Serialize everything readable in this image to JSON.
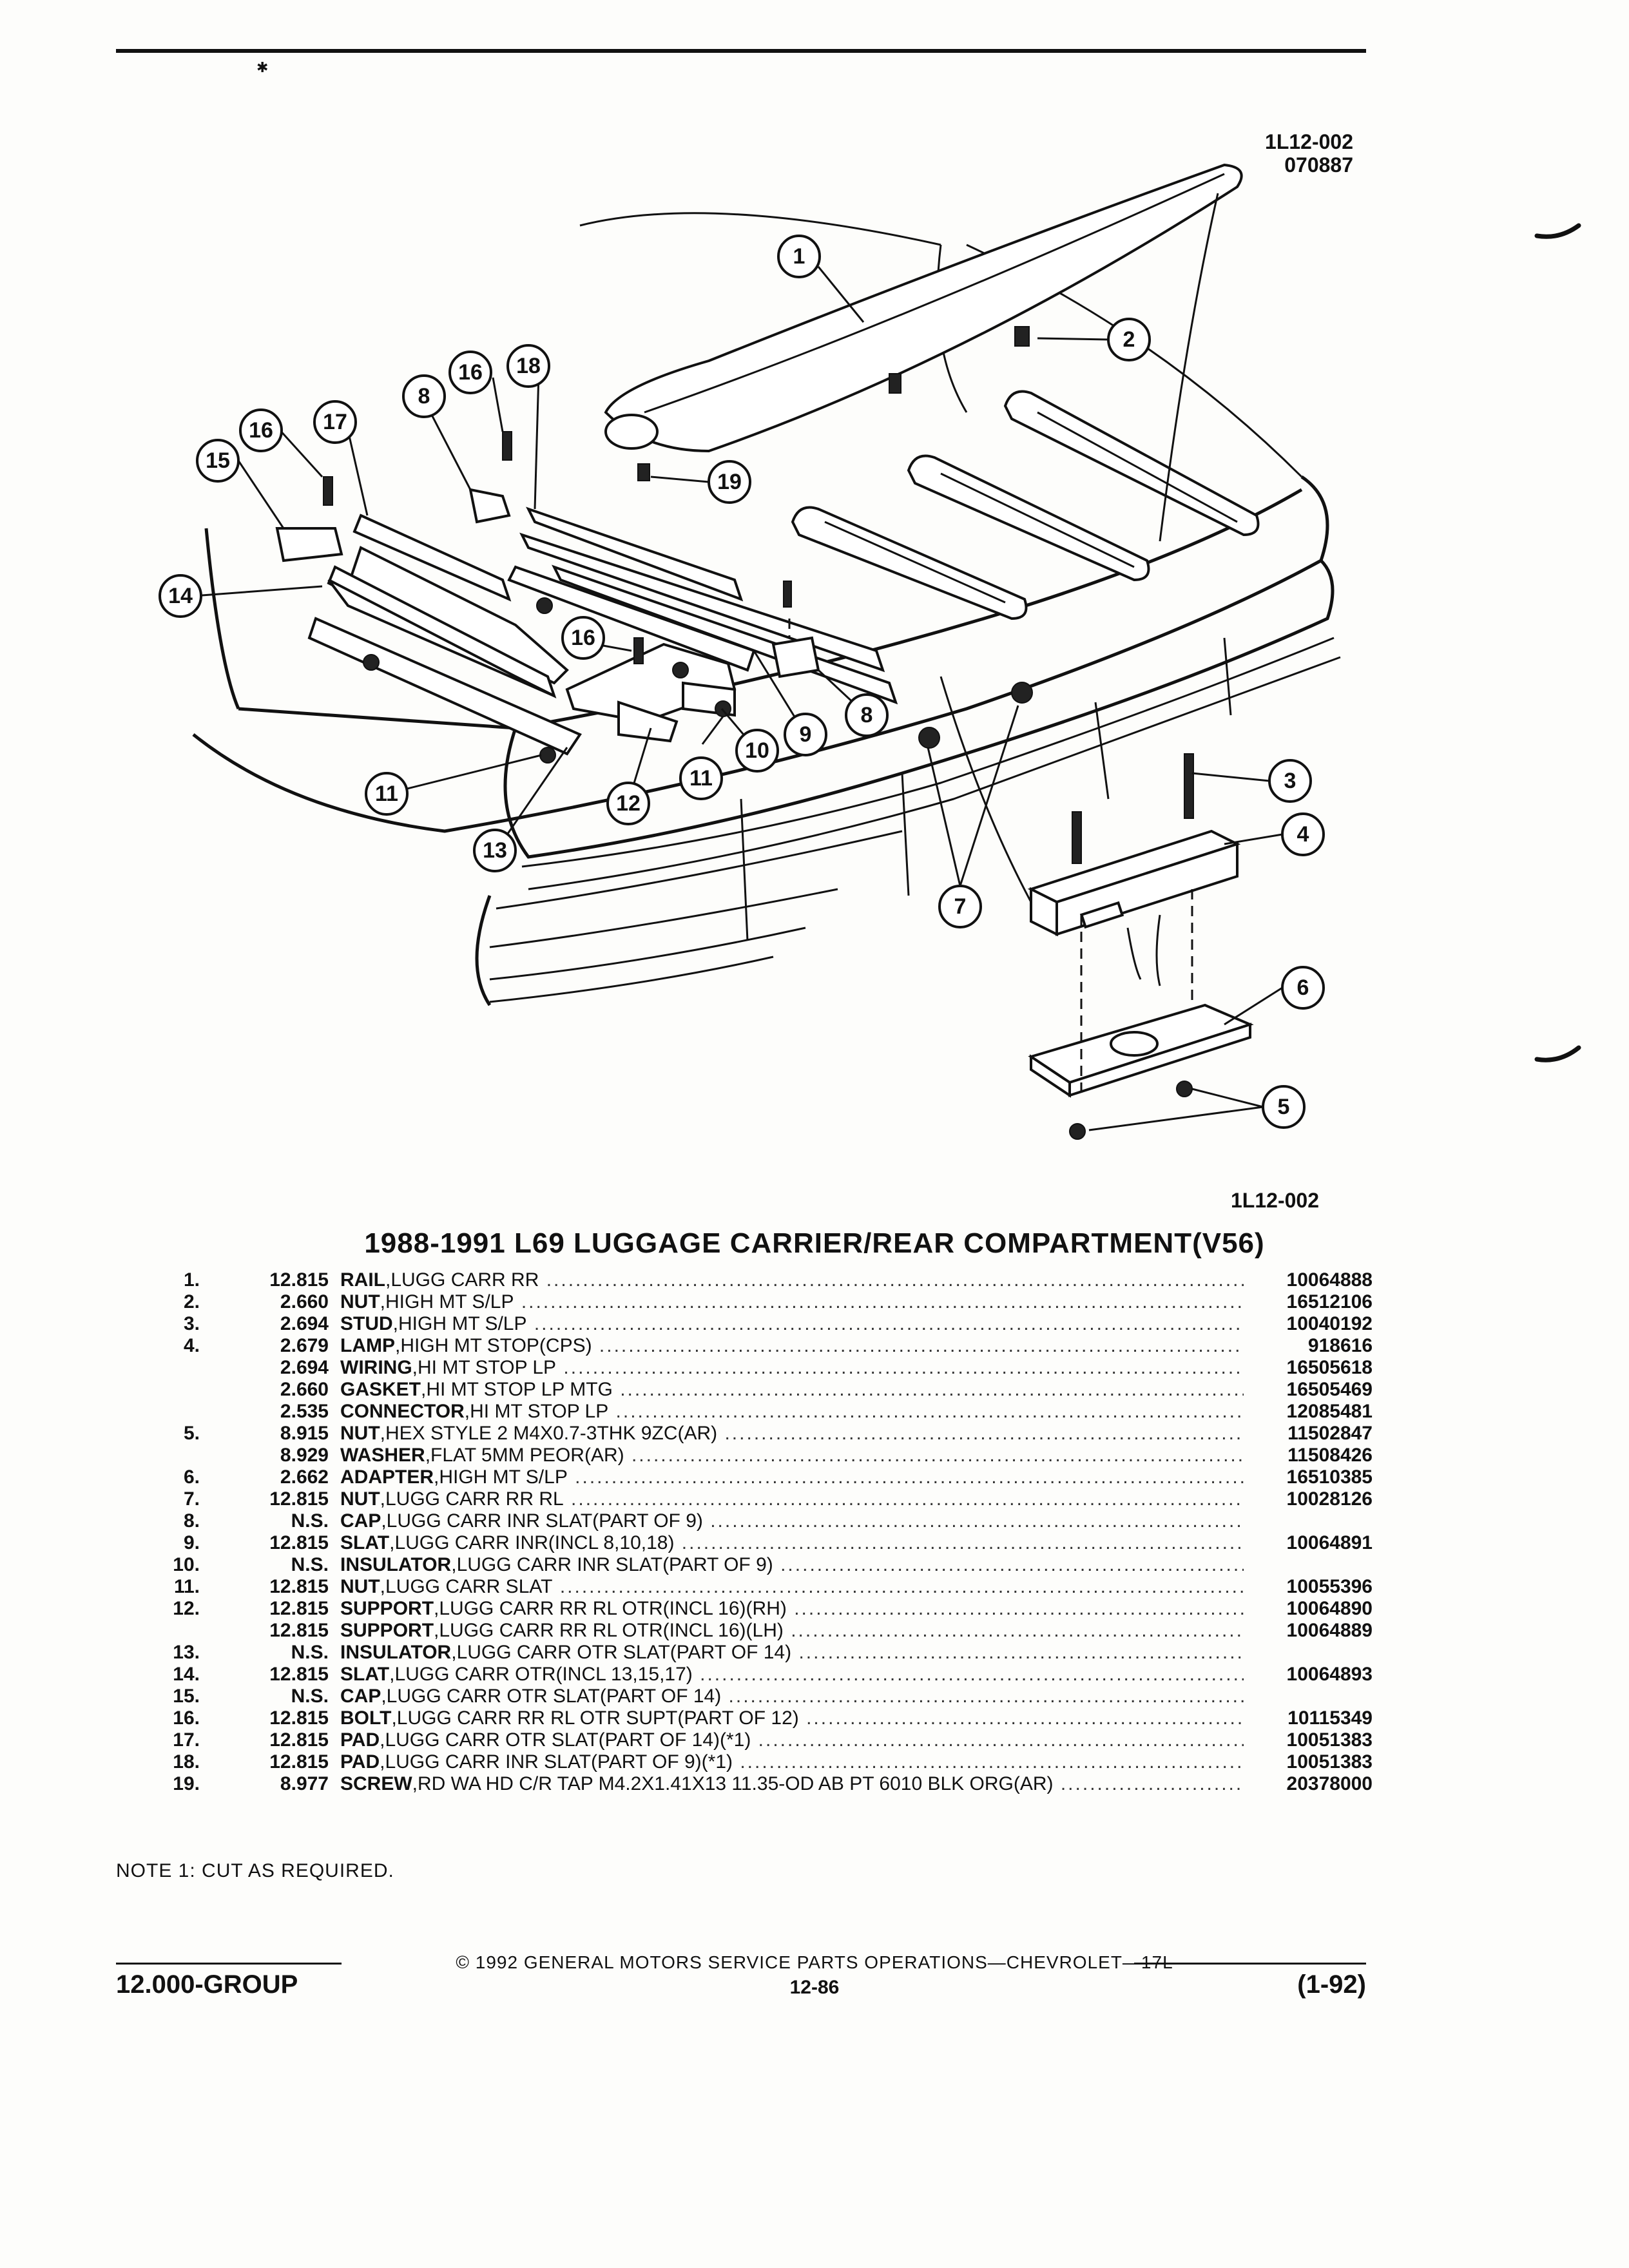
{
  "header": {
    "figure_code_top_line1": "1L12-002",
    "figure_code_top_line2": "070887",
    "figure_code_bottom": "1L12-002"
  },
  "diagram": {
    "callouts": [
      "1",
      "2",
      "3",
      "4",
      "5",
      "6",
      "7",
      "8",
      "8",
      "9",
      "10",
      "11",
      "11",
      "12",
      "13",
      "14",
      "15",
      "16",
      "16",
      "16",
      "17",
      "18",
      "19"
    ]
  },
  "title": "1988-1991 L69 LUGGAGE CARRIER/REAR COMPARTMENT(V56)",
  "parts": [
    {
      "item": "1.",
      "group": "12.815",
      "name": "RAIL",
      "desc": ",LUGG CARR RR",
      "part_no": "10064888"
    },
    {
      "item": "2.",
      "group": "2.660",
      "name": "NUT",
      "desc": ",HIGH MT S/LP",
      "part_no": "16512106"
    },
    {
      "item": "3.",
      "group": "2.694",
      "name": "STUD",
      "desc": ",HIGH MT S/LP",
      "part_no": "10040192"
    },
    {
      "item": "4.",
      "group": "2.679",
      "name": "LAMP",
      "desc": ",HIGH MT STOP(CPS)",
      "part_no": "918616"
    },
    {
      "item": "",
      "group": "2.694",
      "name": "WIRING",
      "desc": ",HI MT STOP LP",
      "part_no": "16505618"
    },
    {
      "item": "",
      "group": "2.660",
      "name": "GASKET",
      "desc": ",HI MT STOP LP MTG",
      "part_no": "16505469"
    },
    {
      "item": "",
      "group": "2.535",
      "name": "CONNECTOR",
      "desc": ",HI MT STOP LP",
      "part_no": "12085481"
    },
    {
      "item": "5.",
      "group": "8.915",
      "name": "NUT",
      "desc": ",HEX STYLE 2 M4X0.7-3THK 9ZC(AR)",
      "part_no": "11502847"
    },
    {
      "item": "",
      "group": "8.929",
      "name": "WASHER",
      "desc": ",FLAT 5MM PEOR(AR)",
      "part_no": "11508426"
    },
    {
      "item": "6.",
      "group": "2.662",
      "name": "ADAPTER",
      "desc": ",HIGH MT S/LP",
      "part_no": "16510385"
    },
    {
      "item": "7.",
      "group": "12.815",
      "name": "NUT",
      "desc": ",LUGG CARR RR RL",
      "part_no": "10028126"
    },
    {
      "item": "8.",
      "group": "N.S.",
      "name": "CAP",
      "desc": ",LUGG CARR INR SLAT(PART OF 9)",
      "part_no": ""
    },
    {
      "item": "9.",
      "group": "12.815",
      "name": "SLAT",
      "desc": ",LUGG CARR INR(INCL 8,10,18)",
      "part_no": "10064891"
    },
    {
      "item": "10.",
      "group": "N.S.",
      "name": "INSULATOR",
      "desc": ",LUGG CARR INR SLAT(PART OF 9)",
      "part_no": ""
    },
    {
      "item": "11.",
      "group": "12.815",
      "name": "NUT",
      "desc": ",LUGG CARR SLAT",
      "part_no": "10055396"
    },
    {
      "item": "12.",
      "group": "12.815",
      "name": "SUPPORT",
      "desc": ",LUGG CARR RR RL OTR(INCL 16)(RH)",
      "part_no": "10064890"
    },
    {
      "item": "",
      "group": "12.815",
      "name": "SUPPORT",
      "desc": ",LUGG CARR RR RL OTR(INCL 16)(LH)",
      "part_no": "10064889"
    },
    {
      "item": "13.",
      "group": "N.S.",
      "name": "INSULATOR",
      "desc": ",LUGG CARR OTR SLAT(PART OF 14)",
      "part_no": ""
    },
    {
      "item": "14.",
      "group": "12.815",
      "name": "SLAT",
      "desc": ",LUGG CARR OTR(INCL 13,15,17)",
      "part_no": "10064893"
    },
    {
      "item": "15.",
      "group": "N.S.",
      "name": "CAP",
      "desc": ",LUGG CARR OTR SLAT(PART OF 14)",
      "part_no": ""
    },
    {
      "item": "16.",
      "group": "12.815",
      "name": "BOLT",
      "desc": ",LUGG CARR RR RL OTR SUPT(PART OF 12)",
      "part_no": "10115349"
    },
    {
      "item": "17.",
      "group": "12.815",
      "name": "PAD",
      "desc": ",LUGG CARR OTR SLAT(PART OF 14)(*1)",
      "part_no": "10051383"
    },
    {
      "item": "18.",
      "group": "12.815",
      "name": "PAD",
      "desc": ",LUGG CARR INR SLAT(PART OF 9)(*1)",
      "part_no": "10051383"
    },
    {
      "item": "19.",
      "group": "8.977",
      "name": "SCREW",
      "desc": ",RD WA HD C/R TAP M4.2X1.41X13 11.35-OD AB PT 6010 BLK ORG(AR)",
      "part_no": "20378000"
    }
  ],
  "note": "NOTE  1:  CUT AS REQUIRED.",
  "footer": {
    "copyright": "© 1992  GENERAL MOTORS SERVICE PARTS OPERATIONS—CHEVROLET—17L",
    "group": "12.000-GROUP",
    "page": "12-86",
    "date": "(1-92)"
  }
}
